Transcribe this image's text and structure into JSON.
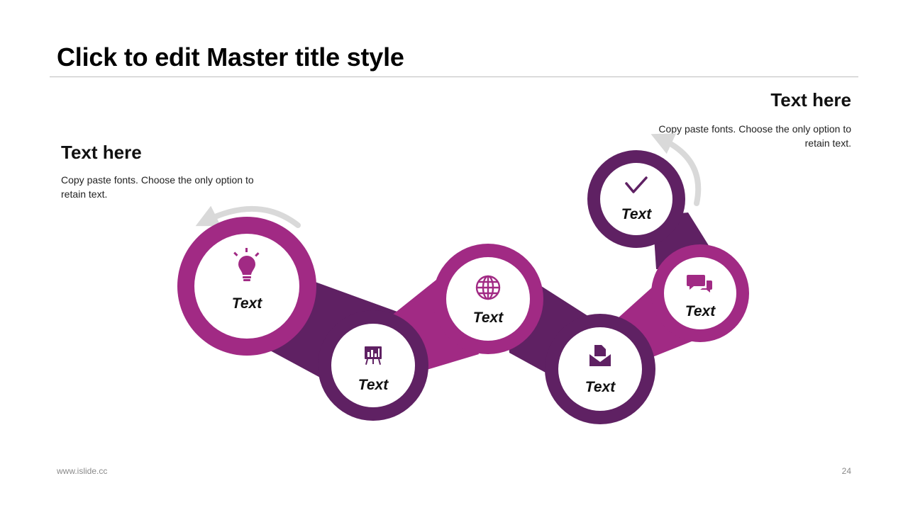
{
  "slide": {
    "title": "Click to edit Master title style",
    "footer_url": "www.islide.cc",
    "page_number": "24"
  },
  "left_block": {
    "heading": "Text here",
    "body": "Copy paste fonts. Choose the only option to retain text."
  },
  "right_block": {
    "heading": "Text here",
    "body": "Copy paste fonts. Choose the only option to retain text."
  },
  "colors": {
    "magenta": "#a12a84",
    "purple": "#5f2163",
    "arrow": "#d9d9d9"
  },
  "nodes": [
    {
      "label": "Text",
      "icon": "lightbulb-icon",
      "color": "magenta"
    },
    {
      "label": "Text",
      "icon": "presentation-chart-icon",
      "color": "purple"
    },
    {
      "label": "Text",
      "icon": "globe-icon",
      "color": "magenta"
    },
    {
      "label": "Text",
      "icon": "mail-document-icon",
      "color": "purple"
    },
    {
      "label": "Text",
      "icon": "chat-bubbles-icon",
      "color": "magenta"
    },
    {
      "label": "Text",
      "icon": "checkmark-icon",
      "color": "purple"
    }
  ]
}
